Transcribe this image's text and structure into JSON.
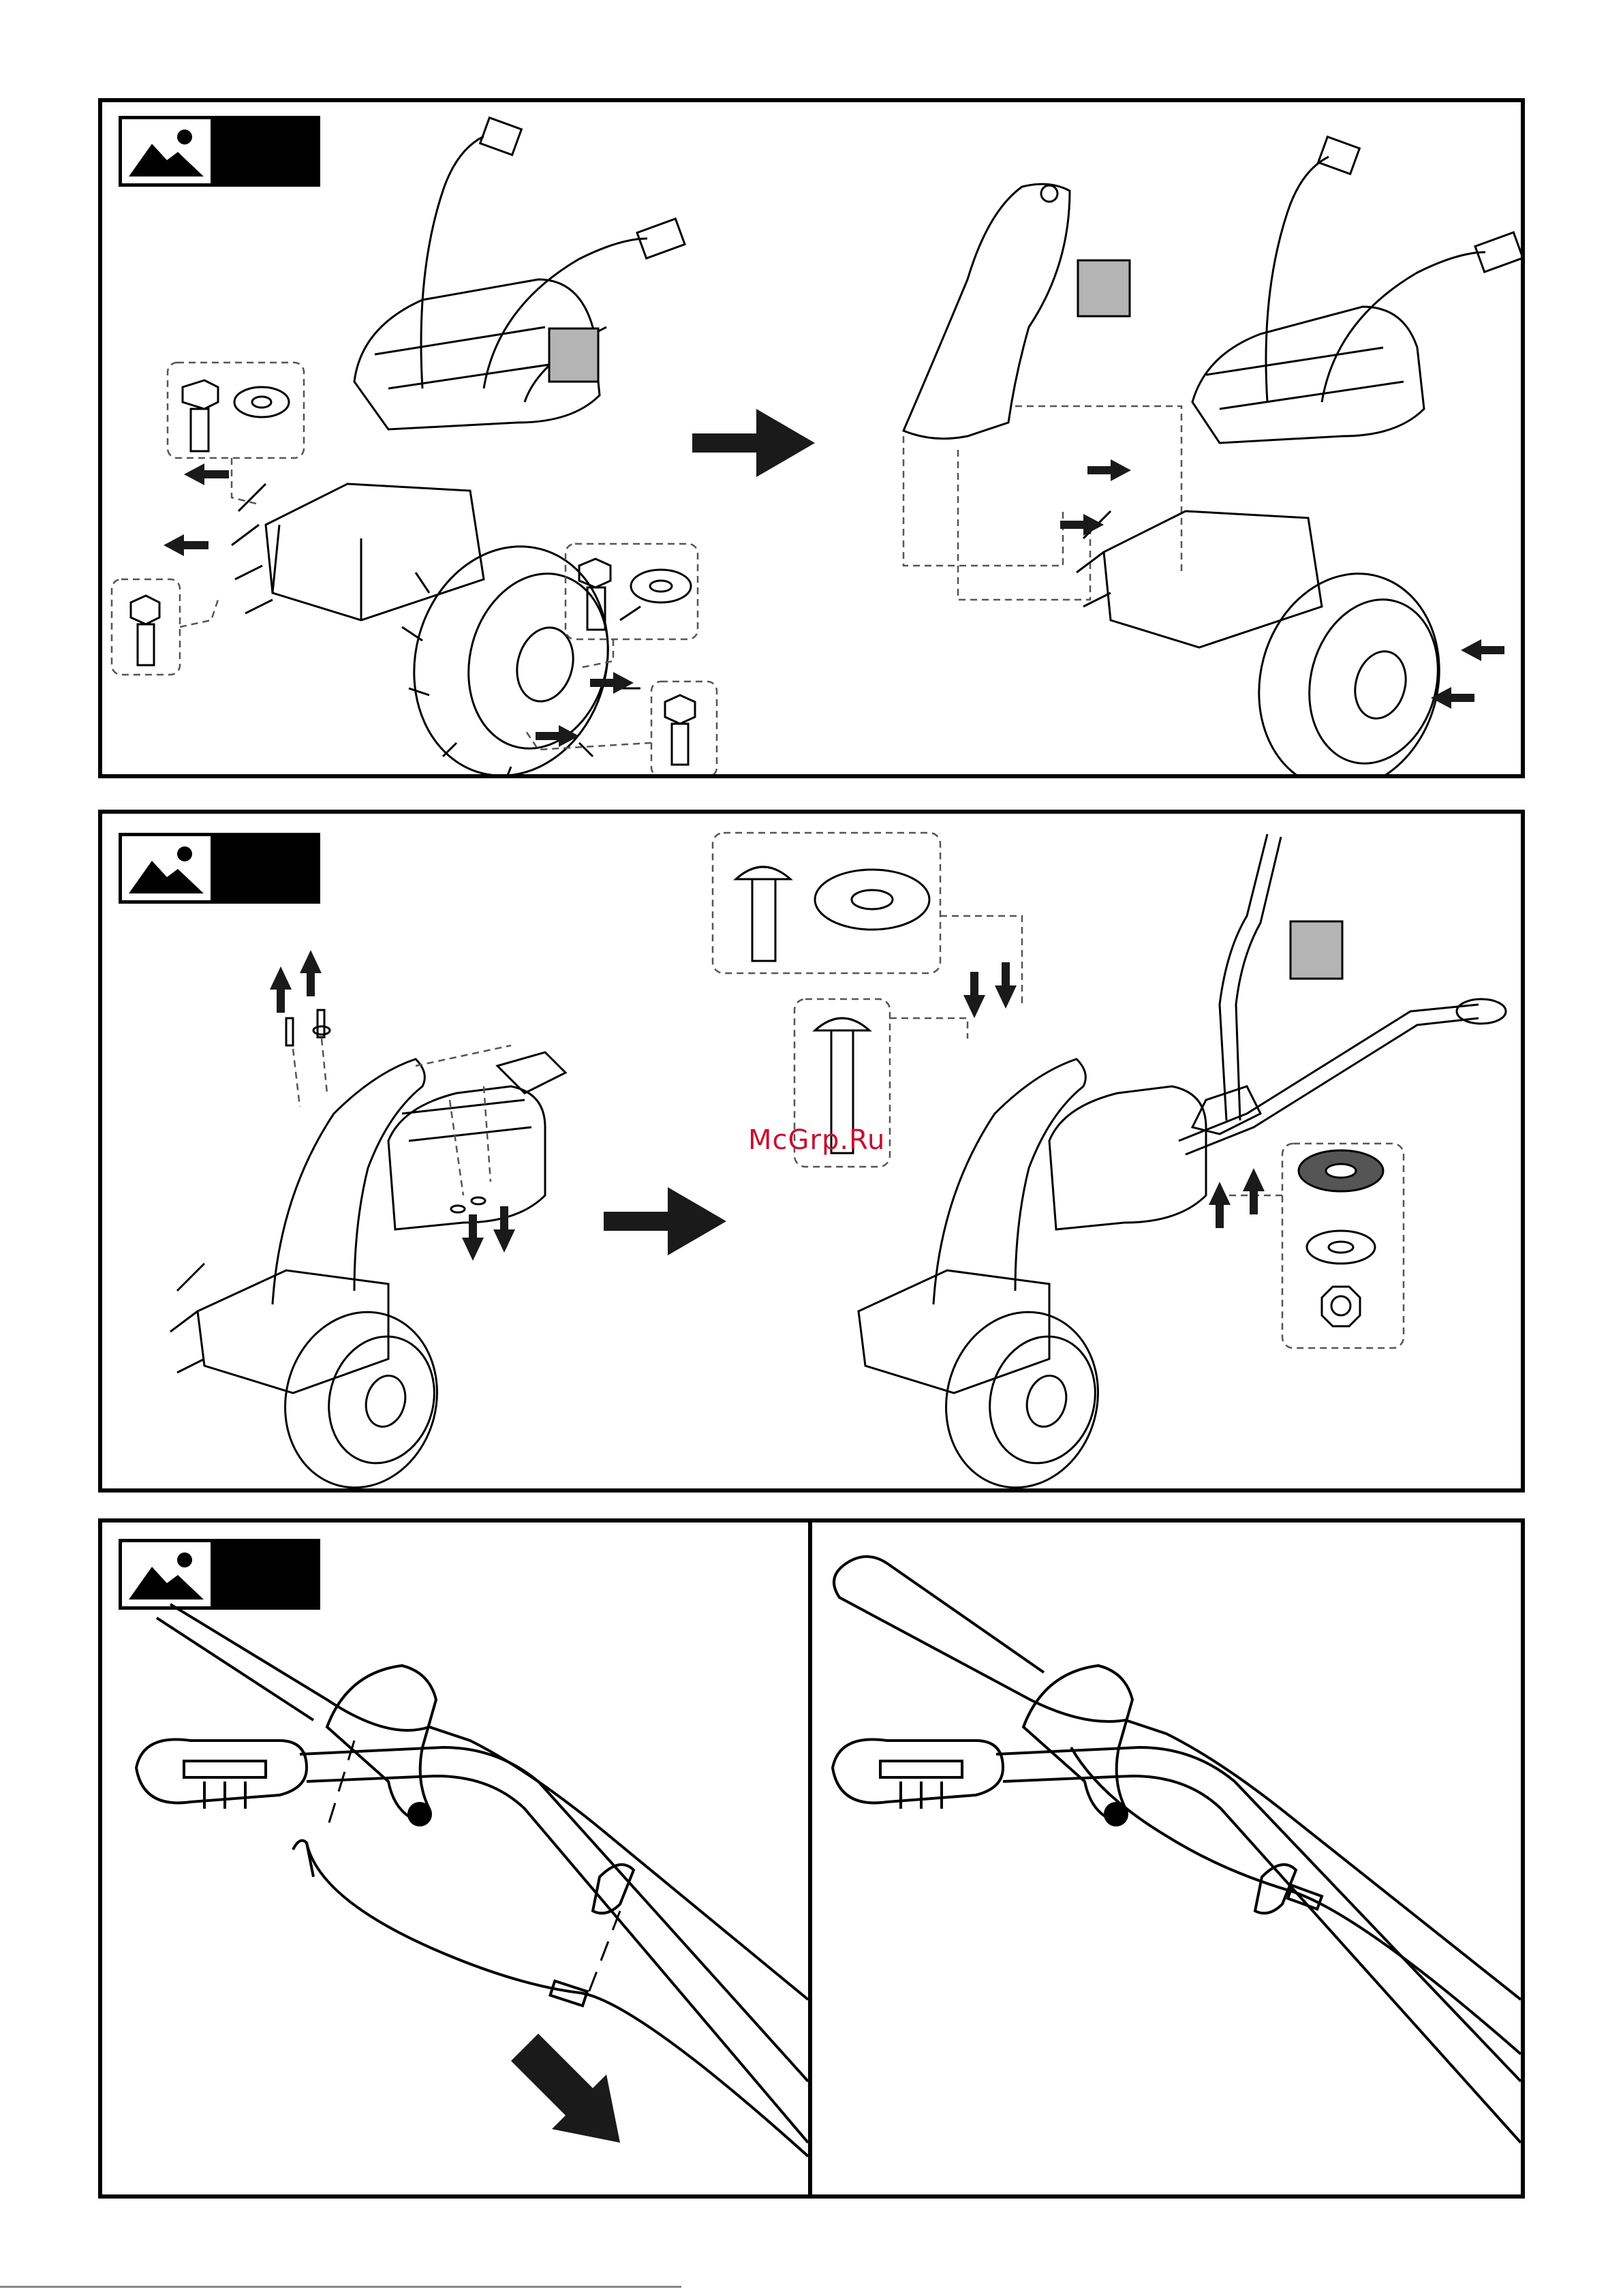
{
  "panels": [
    {
      "id": "step-1",
      "number": "",
      "components": [
        "flange-bolt",
        "washer",
        "mudguard-cover",
        "handlebar-assembly"
      ]
    },
    {
      "id": "step-2",
      "number": "",
      "components": [
        "carriage-bolt",
        "flat-washer",
        "rubber-washer",
        "lock-nut"
      ]
    },
    {
      "id": "step-3",
      "number": "",
      "components": [
        "throttle-lever",
        "control-cable",
        "cable-clip"
      ]
    },
    {
      "id": "step-3-result",
      "number": "",
      "components": [
        "throttle-lever",
        "control-cable"
      ]
    }
  ],
  "watermark": "McGrp.Ru",
  "footer_mark": "",
  "colors": {
    "label_fill": "#b4b4b4",
    "line": "#000000",
    "arrow": "#1a1a1a"
  }
}
